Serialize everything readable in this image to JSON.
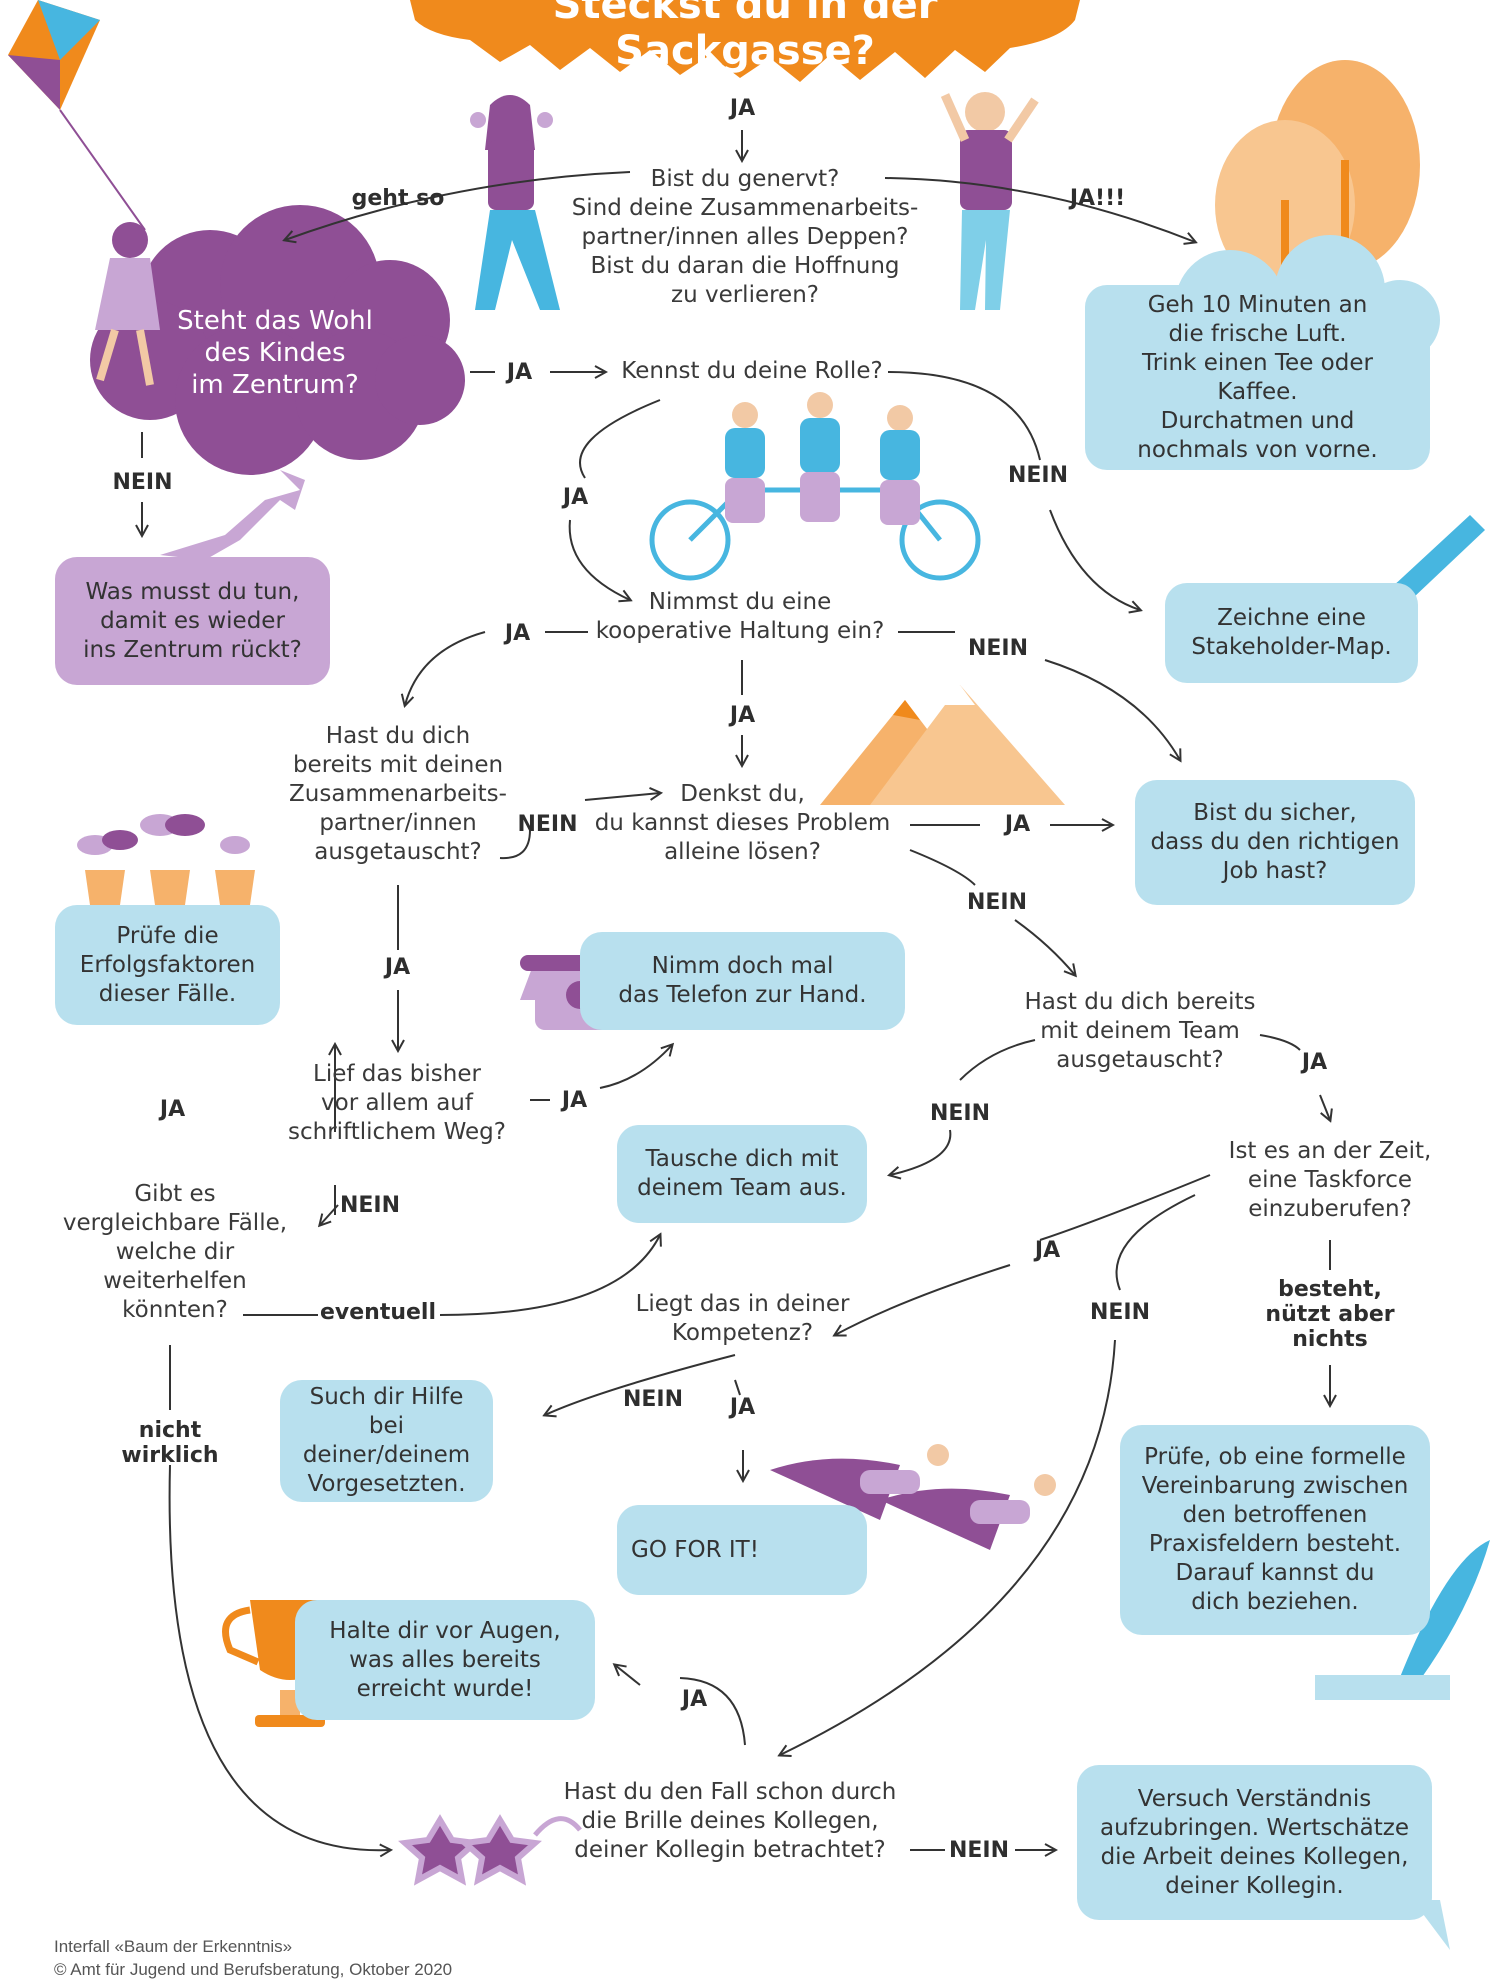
{
  "title": "Steckst du in der Sackgasse?",
  "questions": {
    "q_genervt": "Bist du genervt?\nSind deine Zusammenarbeits-\npartner/innen alles Deppen?\nBist du daran die Hoffnung\nzu verlieren?",
    "q_wohl": "Steht das Wohl\ndes Kindes\nim Zentrum?",
    "q_rolle": "Kennst du deine Rolle?",
    "q_haltung": "Nimmst du eine\nkooperative Haltung ein?",
    "q_ausgetauscht": "Hast du dich\nbereits mit deinen\nZusammenarbeits-\npartner/innen\nausgetauscht?",
    "q_alleine": "Denkst du,\ndu kannst dieses Problem\nalleine lösen?",
    "q_team": "Hast du dich bereits\nmit deinem Team\nausgetauscht?",
    "q_schriftlich": "Lief das bisher\nvor allem auf\nschriftlichem Weg?",
    "q_vergleichbar": "Gibt es\nvergleichbare Fälle,\nwelche dir\nweiterhelfen\nkönnten?",
    "q_taskforce": "Ist es an der Zeit,\neine Taskforce\neinzuberufen?",
    "q_kompetenz": "Liegt das in deiner\nKompetenz?",
    "q_brille": "Hast du den Fall schon durch\ndie Brille deines Kollegen,\ndeiner Kollegin betrachtet?"
  },
  "boxes": {
    "b_luft": "Geh 10 Minuten an\ndie frische Luft.\nTrink einen Tee oder Kaffee.\nDurchatmen und\nnochmals von vorne.",
    "b_zentrum": "Was musst du tun,\ndamit es wieder\nins Zentrum rückt?",
    "b_stakeholder": "Zeichne eine\nStakeholder-Map.",
    "b_job": "Bist du sicher,\ndass du den richtigen\nJob hast?",
    "b_erfolg": "Prüfe die\nErfolgsfaktoren\ndieser Fälle.",
    "b_telefon": "Nimm doch mal\ndas Telefon zur Hand.",
    "b_tausche": "Tausche dich mit\ndeinem Team aus.",
    "b_hilfe": "Such dir Hilfe\nbei deiner/deinem\nVorgesetzten.",
    "b_gofor": "GO FOR IT!",
    "b_vereinbarung": "Prüfe, ob eine formelle\nVereinbarung zwischen\nden betroffenen\nPraxisfeldern besteht.\nDarauf kannst du\ndich beziehen.",
    "b_erreicht": "Halte dir vor Augen,\nwas alles bereits\nerreicht wurde!",
    "b_verstaendnis": "Versuch Verständnis\naufzubringen. Wertschätze\ndie Arbeit deines Kollegen,\ndeiner Kollegin."
  },
  "labels": {
    "ja_top": "JA",
    "geht_so": "geht so",
    "ja_excl": "JA!!!",
    "ja_wohl": "JA",
    "nein_wohl": "NEIN",
    "ja_rolle": "JA",
    "nein_rolle": "NEIN",
    "ja_haltung": "JA",
    "nein_haltung": "NEIN",
    "ja_haltung_down": "JA",
    "nein_ausgetauscht": "NEIN",
    "ja_alleine": "JA",
    "nein_alleine": "NEIN",
    "ja_ausgetauscht": "JA",
    "ja_schriftlich": "JA",
    "nein_team": "NEIN",
    "ja_team": "JA",
    "nein_schriftlich": "NEIN",
    "ja_vergleichbar": "JA",
    "eventuell": "eventuell",
    "ja_taskforce": "JA",
    "nein_taskforce": "NEIN",
    "besteht": "besteht,\nnützt aber\nnichts",
    "nein_kompetenz": "NEIN",
    "ja_kompetenz": "JA",
    "nicht_wirklich": "nicht\nwirklich",
    "ja_brille": "JA",
    "nein_brille": "NEIN"
  },
  "footer": {
    "line1": "Interfall «Baum der Erkenntnis»",
    "line2": "© Amt für Jugend und Berufsberatung, Oktober 2020"
  },
  "colors": {
    "orange": "#f08a1c",
    "purple": "#8f4f95",
    "light_blue": "#b8e0ee",
    "light_purple": "#c8a6d4"
  }
}
